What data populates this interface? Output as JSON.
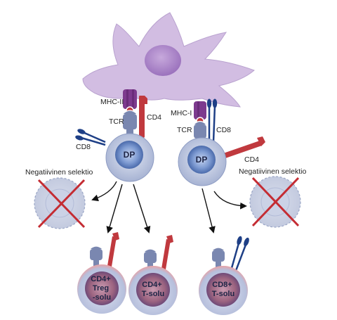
{
  "labels": {
    "mhc2": "MHC-II",
    "mhc1": "MHC-I",
    "tcr_left": "TCR",
    "tcr_right": "TCR",
    "cd4_left": "CD4",
    "cd4_right": "CD4",
    "cd8_left": "CD8",
    "cd8_right": "CD8",
    "neg_sel_left": "Negatiivinen selektio",
    "neg_sel_right": "Negatiivinen selektio",
    "dp_left": "DP",
    "dp_right": "DP"
  },
  "cells": {
    "treg": [
      "CD4+",
      "Treg",
      "-solu"
    ],
    "cd4t": [
      "CD4+",
      "T-solu"
    ],
    "cd8t": [
      "CD8+",
      "T-solu"
    ]
  },
  "colors": {
    "apc_fill": "#d2bde2",
    "apc_nucleus": "#b592cf",
    "mhc": "#7d3a8e",
    "tcr": "#7a87b0",
    "cd4": "#c0393e",
    "cd8": "#1e3f86",
    "cross": "#c42c33",
    "cell_ring": "#b8c2dd",
    "dp_nucleus": "#6f8fcb",
    "mature_nucleus": "#9c6480"
  }
}
